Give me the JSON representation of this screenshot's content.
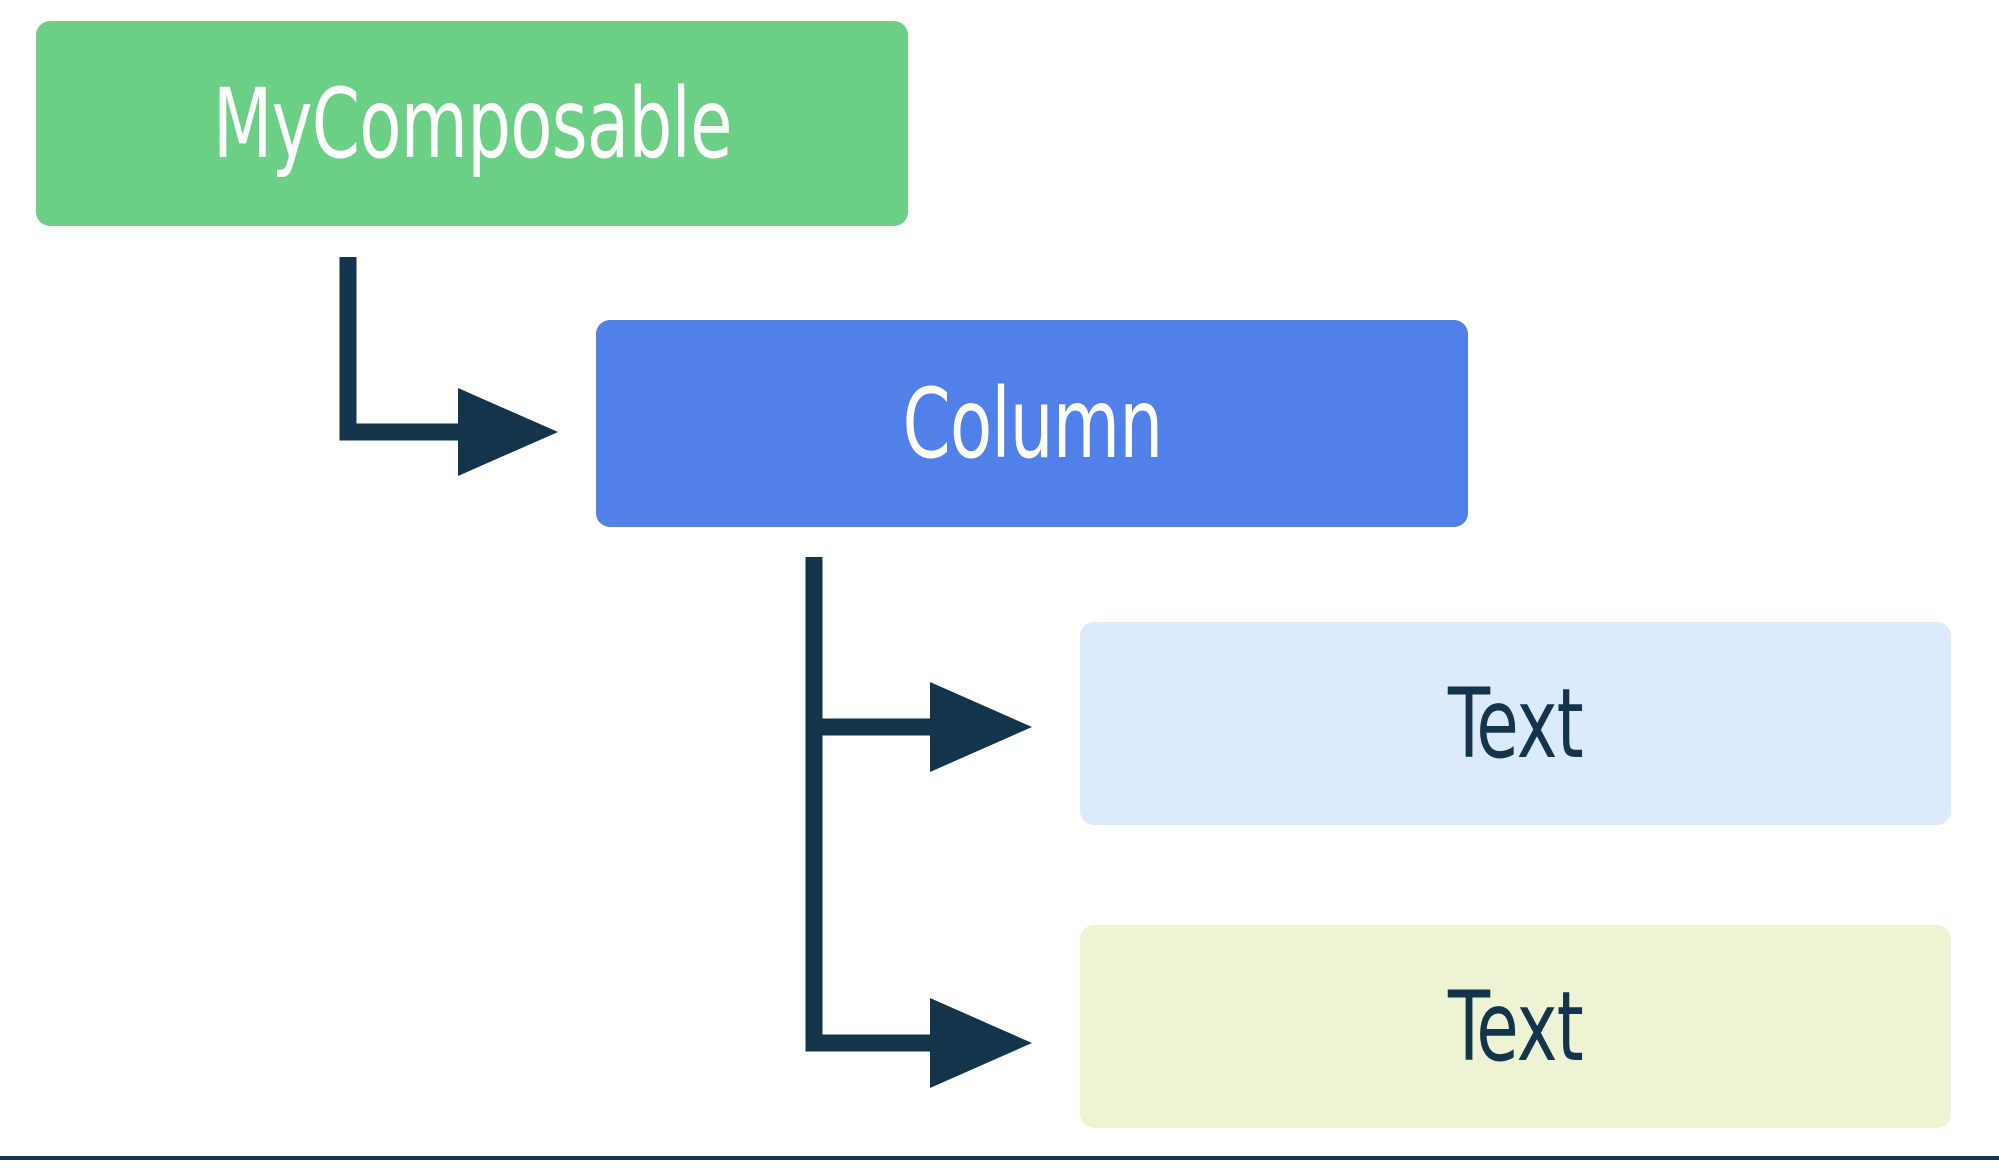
{
  "diagram": {
    "title": "Composable hierarchy tree",
    "background_color": "#FFFFFF",
    "connector_color": "#13344A",
    "nodes": [
      {
        "id": "root",
        "label": "MyComposable",
        "fill": "#6BD086",
        "text_color": "#FFFFFF",
        "level": 0
      },
      {
        "id": "column",
        "label": "Column",
        "fill": "#5181E8",
        "text_color": "#FFFFFF",
        "level": 1
      },
      {
        "id": "text-1",
        "label": "Text",
        "fill": "#DCEBFB",
        "text_color": "#13344A",
        "level": 2
      },
      {
        "id": "text-2",
        "label": "Text",
        "fill": "#EEF3D4",
        "text_color": "#13344A",
        "level": 2
      }
    ],
    "edges": [
      {
        "id": "edge-root-column",
        "from": "root",
        "to": "column",
        "style": "elbow-arrow"
      },
      {
        "id": "edge-column-text-1",
        "from": "column",
        "to": "text-1",
        "style": "elbow-arrow"
      },
      {
        "id": "edge-column-text-2",
        "from": "column",
        "to": "text-2",
        "style": "elbow-arrow"
      }
    ],
    "bottom_rule": {
      "color": "#13344A"
    }
  }
}
